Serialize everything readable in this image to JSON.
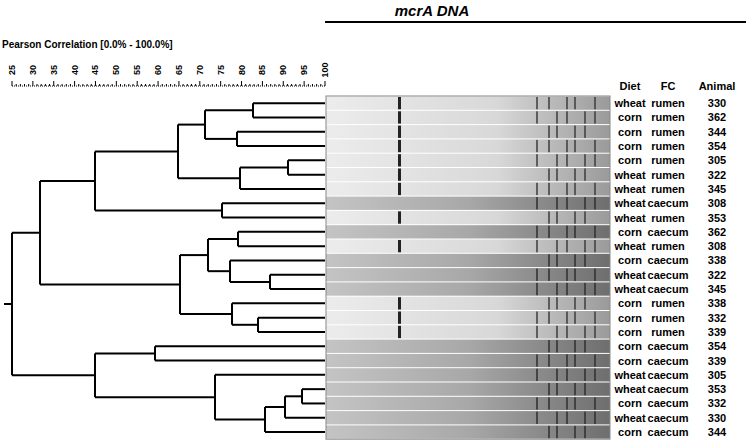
{
  "diagram": {
    "title": "mcrA DNA",
    "labels": [
      "Pearson Correlation [0.0% - 100.0%]",
      "25",
      "30",
      "35",
      "40",
      "45",
      "50",
      "55",
      "60",
      "65",
      "70",
      "75",
      "80",
      "85",
      "90",
      "95",
      "100",
      "Diet",
      "FC",
      "Animal",
      "wheat",
      "rumen",
      "330",
      "corn",
      "rumen",
      "362",
      "corn",
      "rumen",
      "344",
      "corn",
      "rumen",
      "354",
      "corn",
      "rumen",
      "305",
      "wheat",
      "rumen",
      "322",
      "wheat",
      "rumen",
      "345",
      "wheat",
      "caecum",
      "308",
      "wheat",
      "rumen",
      "353",
      "corn",
      "caecum",
      "362",
      "wheat",
      "rumen",
      "308",
      "corn",
      "caecum",
      "338",
      "wheat",
      "caecum",
      "322",
      "wheat",
      "caecum",
      "345",
      "corn",
      "rumen",
      "338",
      "corn",
      "rumen",
      "332",
      "corn",
      "rumen",
      "339",
      "corn",
      "caecum",
      "354",
      "corn",
      "caecum",
      "339",
      "wheat",
      "caecum",
      "305",
      "wheat",
      "caecum",
      "353",
      "corn",
      "caecum",
      "332",
      "wheat",
      "caecum",
      "330",
      "corn",
      "caecum",
      "344"
    ]
  }
}
